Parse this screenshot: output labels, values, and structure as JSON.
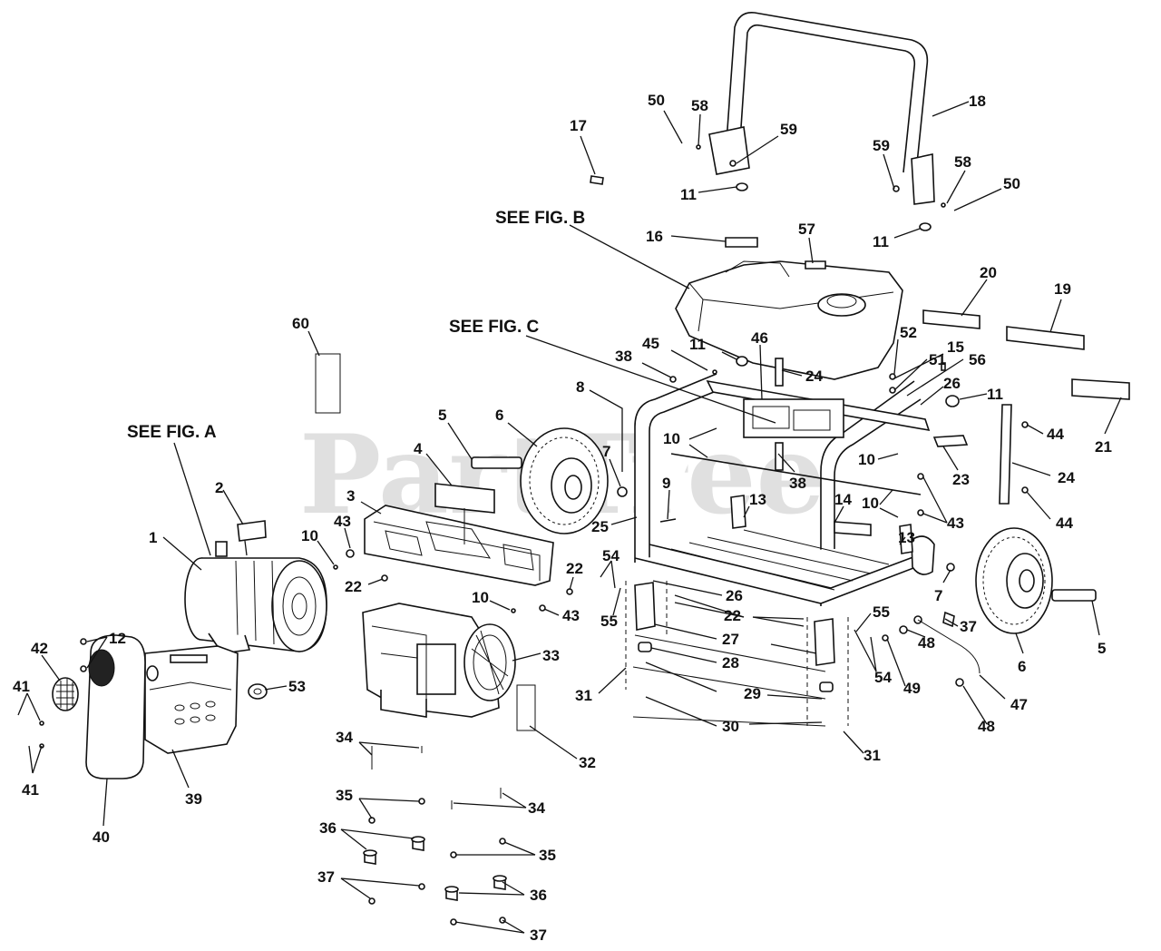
{
  "watermark": "PartTree",
  "figure_refs": {
    "fig_a": "SEE FIG. A",
    "fig_b": "SEE FIG. B",
    "fig_c": "SEE FIG. C"
  },
  "callouts": [
    {
      "id": "c1",
      "text": "1"
    },
    {
      "id": "c2",
      "text": "2"
    },
    {
      "id": "c3",
      "text": "3"
    },
    {
      "id": "c4",
      "text": "4"
    },
    {
      "id": "c5a",
      "text": "5"
    },
    {
      "id": "c5b",
      "text": "5"
    },
    {
      "id": "c6a",
      "text": "6"
    },
    {
      "id": "c6b",
      "text": "6"
    },
    {
      "id": "c7a",
      "text": "7"
    },
    {
      "id": "c7b",
      "text": "7"
    },
    {
      "id": "c8",
      "text": "8"
    },
    {
      "id": "c9",
      "text": "9"
    },
    {
      "id": "c10a",
      "text": "10"
    },
    {
      "id": "c10b",
      "text": "10"
    },
    {
      "id": "c10c",
      "text": "10"
    },
    {
      "id": "c10d",
      "text": "10"
    },
    {
      "id": "c10e",
      "text": "10"
    },
    {
      "id": "c11a",
      "text": "11"
    },
    {
      "id": "c11b",
      "text": "11"
    },
    {
      "id": "c11c",
      "text": "11"
    },
    {
      "id": "c11d",
      "text": "11"
    },
    {
      "id": "c12",
      "text": "12"
    },
    {
      "id": "c13a",
      "text": "13"
    },
    {
      "id": "c13b",
      "text": "13"
    },
    {
      "id": "c14",
      "text": "14"
    },
    {
      "id": "c15",
      "text": "15"
    },
    {
      "id": "c16",
      "text": "16"
    },
    {
      "id": "c17",
      "text": "17"
    },
    {
      "id": "c18",
      "text": "18"
    },
    {
      "id": "c19",
      "text": "19"
    },
    {
      "id": "c20",
      "text": "20"
    },
    {
      "id": "c21",
      "text": "21"
    },
    {
      "id": "c22a",
      "text": "22"
    },
    {
      "id": "c22b",
      "text": "22"
    },
    {
      "id": "c22c",
      "text": "22"
    },
    {
      "id": "c23",
      "text": "23"
    },
    {
      "id": "c24a",
      "text": "24"
    },
    {
      "id": "c24b",
      "text": "24"
    },
    {
      "id": "c25",
      "text": "25"
    },
    {
      "id": "c26a",
      "text": "26"
    },
    {
      "id": "c26b",
      "text": "26"
    },
    {
      "id": "c27",
      "text": "27"
    },
    {
      "id": "c28",
      "text": "28"
    },
    {
      "id": "c29",
      "text": "29"
    },
    {
      "id": "c30",
      "text": "30"
    },
    {
      "id": "c31a",
      "text": "31"
    },
    {
      "id": "c31b",
      "text": "31"
    },
    {
      "id": "c32",
      "text": "32"
    },
    {
      "id": "c33",
      "text": "33"
    },
    {
      "id": "c34a",
      "text": "34"
    },
    {
      "id": "c34b",
      "text": "34"
    },
    {
      "id": "c35a",
      "text": "35"
    },
    {
      "id": "c35b",
      "text": "35"
    },
    {
      "id": "c36a",
      "text": "36"
    },
    {
      "id": "c36b",
      "text": "36"
    },
    {
      "id": "c37a",
      "text": "37"
    },
    {
      "id": "c37b",
      "text": "37"
    },
    {
      "id": "c37c",
      "text": "37"
    },
    {
      "id": "c38a",
      "text": "38"
    },
    {
      "id": "c38b",
      "text": "38"
    },
    {
      "id": "c39",
      "text": "39"
    },
    {
      "id": "c40",
      "text": "40"
    },
    {
      "id": "c41a",
      "text": "41"
    },
    {
      "id": "c41b",
      "text": "41"
    },
    {
      "id": "c42",
      "text": "42"
    },
    {
      "id": "c43a",
      "text": "43"
    },
    {
      "id": "c43b",
      "text": "43"
    },
    {
      "id": "c43c",
      "text": "43"
    },
    {
      "id": "c44a",
      "text": "44"
    },
    {
      "id": "c44b",
      "text": "44"
    },
    {
      "id": "c45",
      "text": "45"
    },
    {
      "id": "c46",
      "text": "46"
    },
    {
      "id": "c47",
      "text": "47"
    },
    {
      "id": "c48a",
      "text": "48"
    },
    {
      "id": "c48b",
      "text": "48"
    },
    {
      "id": "c49",
      "text": "49"
    },
    {
      "id": "c50a",
      "text": "50"
    },
    {
      "id": "c50b",
      "text": "50"
    },
    {
      "id": "c51",
      "text": "51"
    },
    {
      "id": "c52",
      "text": "52"
    },
    {
      "id": "c53",
      "text": "53"
    },
    {
      "id": "c54a",
      "text": "54"
    },
    {
      "id": "c54b",
      "text": "54"
    },
    {
      "id": "c55a",
      "text": "55"
    },
    {
      "id": "c55b",
      "text": "55"
    },
    {
      "id": "c56",
      "text": "56"
    },
    {
      "id": "c57",
      "text": "57"
    },
    {
      "id": "c58a",
      "text": "58"
    },
    {
      "id": "c58b",
      "text": "58"
    },
    {
      "id": "c59a",
      "text": "59"
    },
    {
      "id": "c59b",
      "text": "59"
    },
    {
      "id": "c60",
      "text": "60"
    }
  ]
}
